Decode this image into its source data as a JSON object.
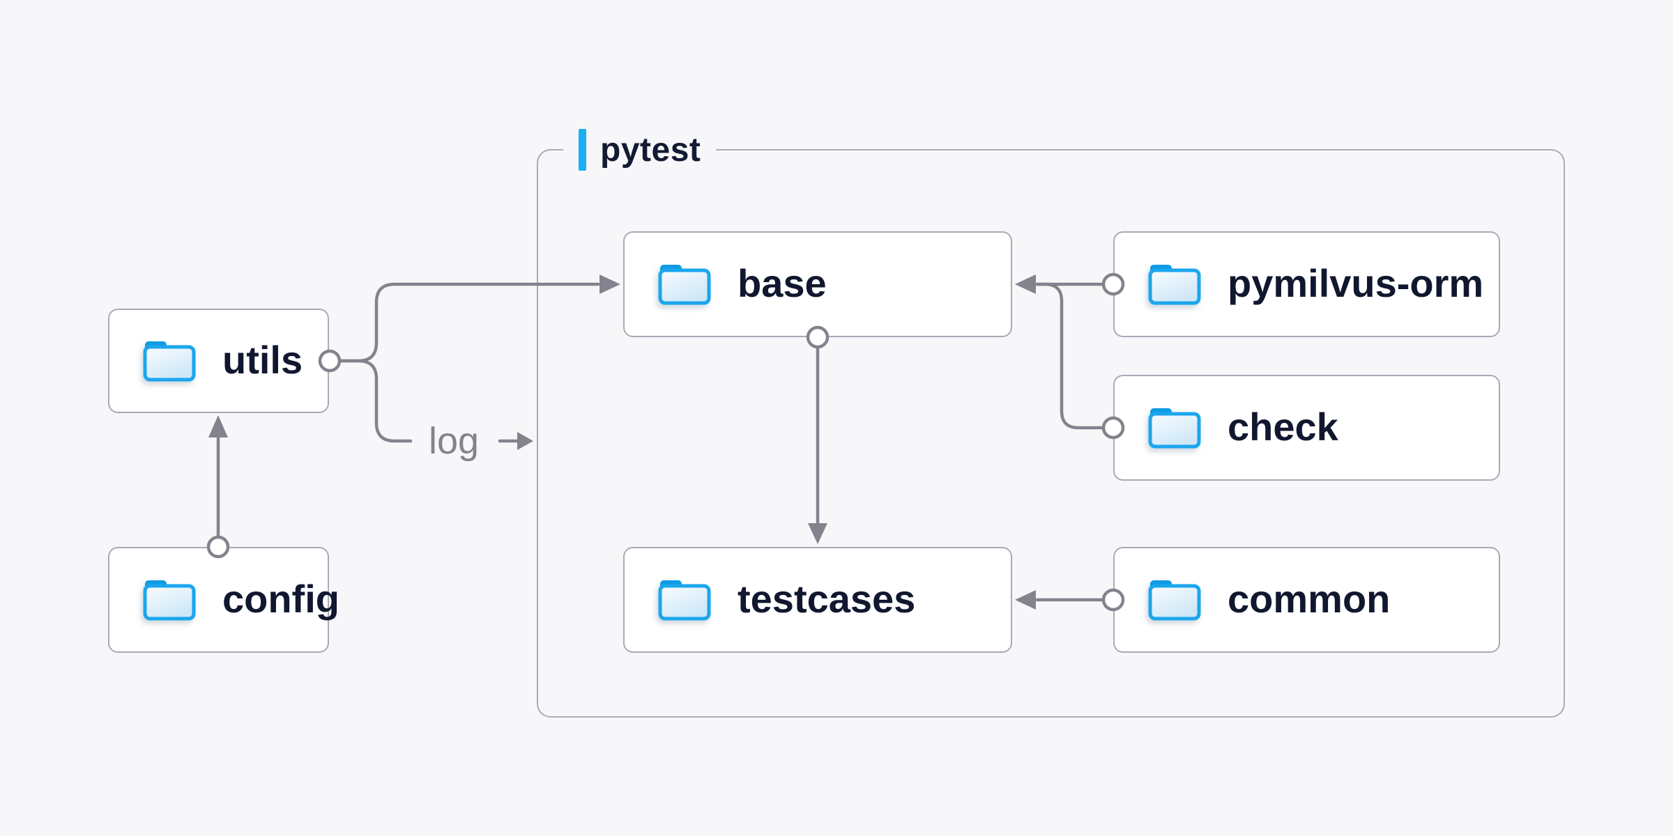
{
  "diagram": {
    "group": {
      "label": "pytest"
    },
    "nodes": {
      "utils": {
        "label": "utils",
        "icon": "folder-icon"
      },
      "config": {
        "label": "config",
        "icon": "folder-icon"
      },
      "base": {
        "label": "base",
        "icon": "folder-icon"
      },
      "pymilvus_orm": {
        "label": "pymilvus-orm",
        "icon": "folder-icon"
      },
      "check": {
        "label": "check",
        "icon": "folder-icon"
      },
      "testcases": {
        "label": "testcases",
        "icon": "folder-icon"
      },
      "common": {
        "label": "common",
        "icon": "folder-icon"
      }
    },
    "edge_label": "log",
    "edges": [
      {
        "from": "config",
        "to": "utils"
      },
      {
        "from": "utils",
        "to": "base"
      },
      {
        "from": "utils",
        "to": "log",
        "label": "log"
      },
      {
        "from": "pymilvus_orm",
        "to": "base"
      },
      {
        "from": "check",
        "to": "base"
      },
      {
        "from": "base",
        "to": "testcases"
      },
      {
        "from": "common",
        "to": "testcases"
      }
    ],
    "colors": {
      "background": "#f7f7f9",
      "node_background": "#ffffff",
      "node_border": "#a9aab6",
      "group_border": "#abacb8",
      "connector": "#83838e",
      "label_text": "#10172f",
      "edge_label_text": "#83838e",
      "accent_bar": "#1caef3",
      "folder_blue": "#1ba6ee",
      "folder_tab_blue": "#0f9be3"
    }
  }
}
